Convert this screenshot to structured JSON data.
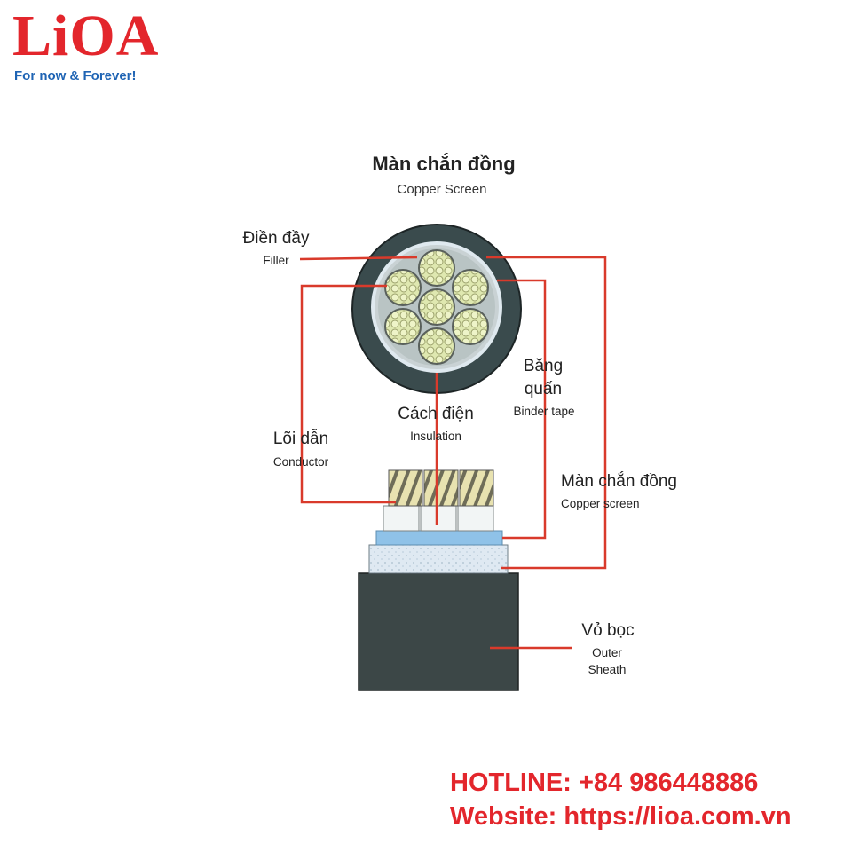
{
  "brand": {
    "logo": "LiOA",
    "tagline": "For now & Forever!",
    "color_red": "#e3262c",
    "color_blue": "#1f64b4"
  },
  "diagram": {
    "title_vi": "Màn chắn đồng",
    "title_en": "Copper Screen",
    "labels": {
      "filler": {
        "vi": "Điền đầy",
        "en": "Filler"
      },
      "binder_tape": {
        "vi_line1": "Băng",
        "vi_line2": "quấn",
        "en": "Binder tape"
      },
      "insulation": {
        "vi": "Cách điện",
        "en": "Insulation"
      },
      "conductor": {
        "vi": "Lõi dẫn",
        "en": "Conductor"
      },
      "copper_screen": {
        "vi": "Màn chắn đồng",
        "en": "Copper screen"
      },
      "outer_sheath": {
        "vi": "Vỏ bọc",
        "en_line1": "Outer",
        "en_line2": "Sheath"
      }
    },
    "leader_color": "#d93a2b"
  },
  "footer": {
    "hotline": "HOTLINE: +84 986448886",
    "website": "Website: https://lioa.com.vn"
  }
}
